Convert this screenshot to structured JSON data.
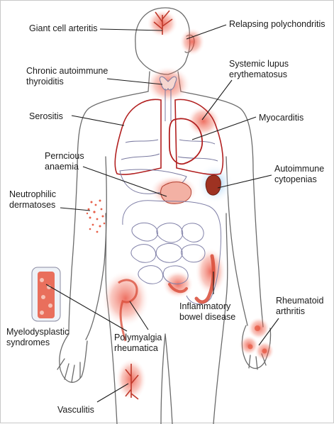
{
  "labels": {
    "giant_cell_arteritis": "Giant cell arteritis",
    "relapsing_polychondritis": "Relapsing polychondritis",
    "chronic_autoimmune_thyroiditis": "Chronic autoimmune\nthyroiditis",
    "systemic_lupus_erythematosus": "Systemic lupus\nerythematosus",
    "serositis": "Serositis",
    "myocarditis": "Myocarditis",
    "pernicious_anaemia": "Perncious\nanaemia",
    "autoimmune_cytopenias": "Autoimmune\ncytopenias",
    "neutrophilic_dermatoses": "Neutrophilic\ndermatoses",
    "inflammatory_bowel_disease": "Inflammatory\nbowel disease",
    "rheumatoid_arthritis": "Rheumatoid\narthritis",
    "myelodysplastic_syndromes": "Myelodysplastic\nsyndromes",
    "polymyalgia_rheumatica": "Polymyalgia\nrheumatica",
    "vasculitis": "Vasculitis"
  },
  "colors": {
    "highlight_red": "#e8402e",
    "highlight_blue": "#5aa8e8",
    "outline_red": "#b22020",
    "body_line": "#6b6b6b",
    "label_text": "#1a1a1a"
  }
}
